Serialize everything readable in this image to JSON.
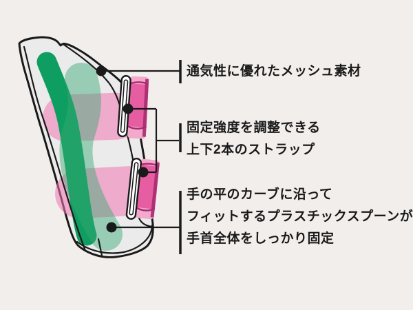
{
  "colors": {
    "bg": "#f2eeec",
    "ink": "#1a1a1a",
    "body": "#ebebeb",
    "green_dark": "#0f9e61",
    "green_light": "#35a673",
    "pink": "#f176b1",
    "magenta": "#e75da1",
    "magenta_light": "#f2a9cc",
    "magenta_dark": "#a82b70"
  },
  "figure": {
    "subject": "wrist-brace-feature-diagram"
  },
  "annotations": [
    {
      "lines": [
        "通気性に優れたメッシュ素材"
      ]
    },
    {
      "lines": [
        "固定強度を調整できる",
        "上下2本のストラップ"
      ]
    },
    {
      "lines": [
        "手の平のカーブに沿って",
        "フィットするプラスチックスプーンが",
        "手首全体をしっかり固定"
      ]
    }
  ]
}
